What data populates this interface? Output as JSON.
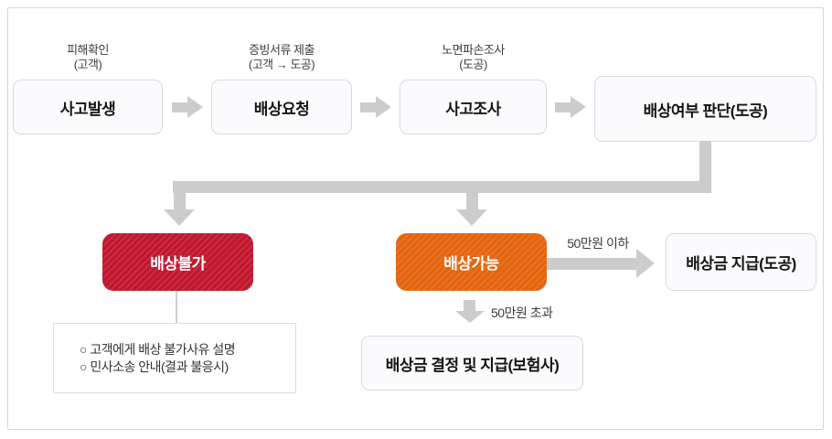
{
  "colors": {
    "deny_red": "#c1182f",
    "allow_orange": "#e5650f",
    "connector_gray": "#cccccc",
    "box_fill": "#fbfbfd",
    "box_border": "#d9d9e1"
  },
  "steps": [
    {
      "note_line1": "피해확인",
      "note_line2": "(고객)",
      "title": "사고발생"
    },
    {
      "note_line1": "증빙서류 제출",
      "note_line2": "(고객 → 도공)",
      "title": "배상요청"
    },
    {
      "note_line1": "노면파손조사",
      "note_line2": "(도공)",
      "title": "사고조사"
    }
  ],
  "judge": {
    "title": "배상여부 판단(도공)"
  },
  "deny": {
    "title": "배상불가",
    "notes": [
      "○ 고객에게 배상 불가사유 설명",
      "○ 민사소송 안내(결과 불응시)"
    ]
  },
  "allow": {
    "title": "배상가능",
    "under_label": "50만원 이하",
    "over_label": "50만원 초과"
  },
  "pay_dogong": {
    "title": "배상금 지급(도공)"
  },
  "pay_insurer": {
    "title": "배상금 결정 및 지급(보험사)"
  }
}
